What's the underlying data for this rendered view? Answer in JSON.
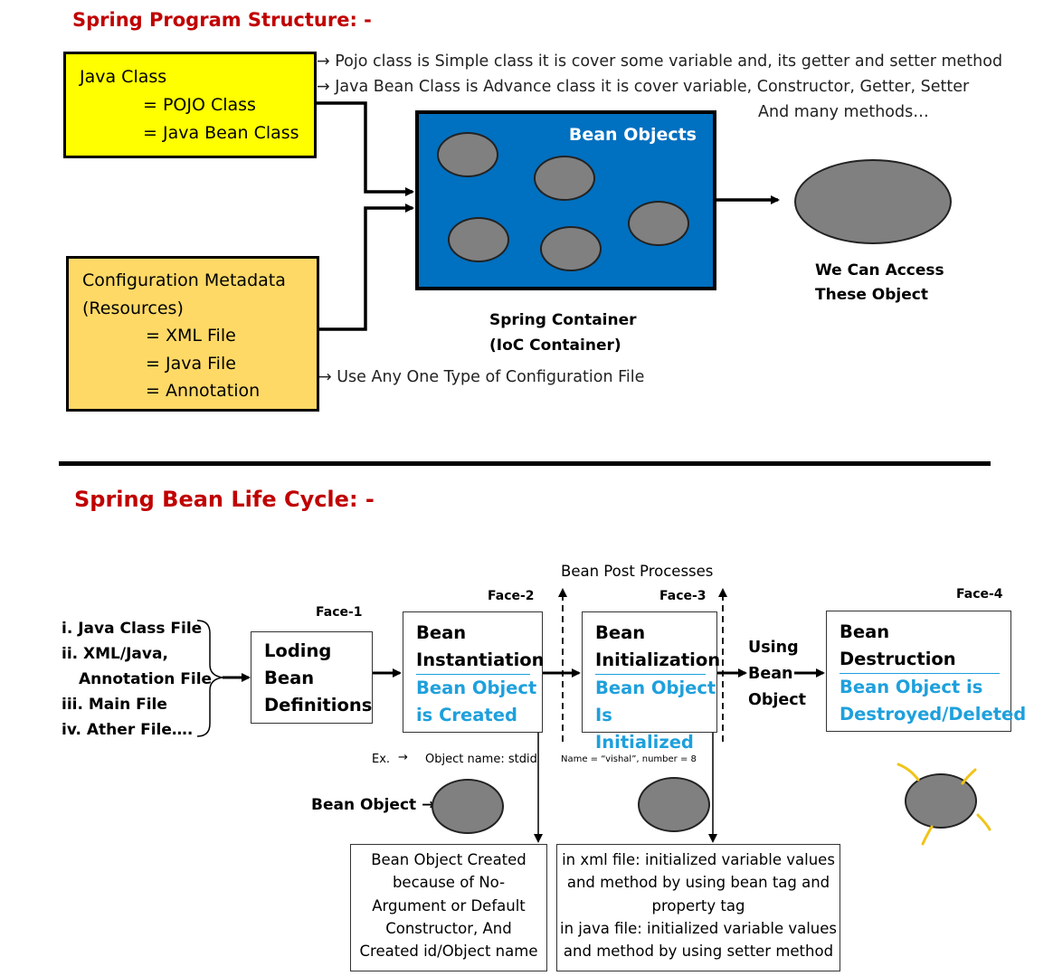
{
  "structure": {
    "title": "Spring Program Structure: -",
    "java_class": {
      "line1": "Java Class",
      "line2": "= POJO Class",
      "line3": "= Java Bean Class"
    },
    "notes": {
      "pojo": "Pojo class is Simple class it is cover some variable and, its getter and setter method",
      "bean": "Java Bean Class is Advance class it is cover variable, Constructor, Getter, Setter",
      "bean_cont": "And many methods…",
      "config": "Use Any One Type of Configuration File"
    },
    "config": {
      "line1": "Configuration Metadata",
      "line2": "(Resources)",
      "line3": "= XML File",
      "line4": "= Java File",
      "line5": "= Annotation"
    },
    "container": {
      "inner_label": "Bean Objects",
      "caption1": "Spring Container",
      "caption2": "(IoC Container)"
    },
    "access": {
      "line1": "We Can Access",
      "line2": "These Object"
    }
  },
  "lifecycle": {
    "title": "Spring Bean Life Cycle: -",
    "inputs": [
      "i. Java Class File",
      "ii. XML/Java,",
      "Annotation File",
      "iii. Main File",
      "iv. Ather File…."
    ],
    "face1": {
      "label": "Face-1",
      "l1": "Loding",
      "l2": "Bean",
      "l3": "Definitions"
    },
    "face2": {
      "label": "Face-2",
      "l1": "Bean",
      "l2": "Instantiation",
      "b1": "Bean Object",
      "b2": "is Created"
    },
    "face3": {
      "label": "Face-3",
      "l1": "Bean",
      "l2": "Initialization",
      "b1": "Bean Object",
      "b2": "Is Initialized"
    },
    "face4": {
      "label": "Face-4",
      "l1": "Bean",
      "l2": "Destruction",
      "b1": "Bean Object is",
      "b2": "Destroyed/Deleted"
    },
    "post_processes": "Bean  Post  Processes",
    "using": {
      "l1": "Using",
      "l2": "Bean",
      "l3": "Object"
    },
    "example": {
      "ex": "Ex.",
      "object_name": "Object name: stdid",
      "name_value": "Name = “vishal”,  number = 8"
    },
    "bean_object_label": "Bean Object",
    "explain_created": [
      "Bean Object Created",
      "because of No-",
      "Argument or Default",
      "Constructor, And",
      "Created id/Object name"
    ],
    "explain_initialized": [
      "in xml file: initialized variable values",
      "and method by using bean tag and",
      "property tag",
      "in java file: initialized variable values",
      "and method by using setter method"
    ]
  }
}
